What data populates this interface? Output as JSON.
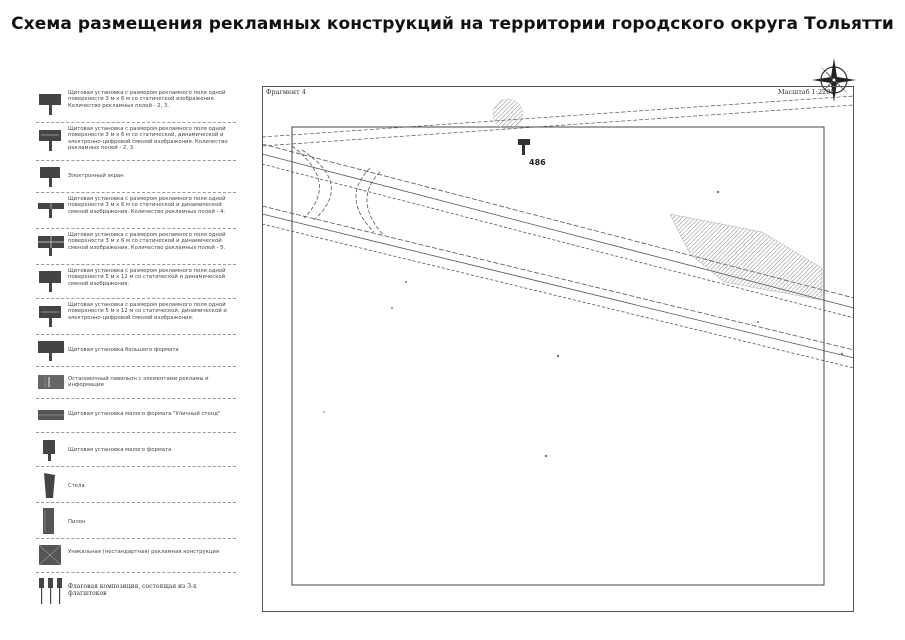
{
  "page": {
    "title": "Схема размещения рекламных конструкций на территории городского округа Тольятти",
    "fragment_label": "Фрагмент 4",
    "scale_label": "Масштаб 1:2200"
  },
  "legend": [
    {
      "icon": "billboard-3x6-static-icon",
      "text": "Щитовая установка с размером рекламного поля одной поверхности 3 м х 6 м со статической изображения. Количество рекламных полей - 2, 3."
    },
    {
      "icon": "billboard-3x6-dynamic-icon",
      "text": "Щитовая установка с размером рекламного поля одной поверхности 3 м х 6 м со статической, динамической и электронно-цифровой сменой изображения. Количество рекламных полей - 2, 3."
    },
    {
      "icon": "electronic-screen-icon",
      "text": "Электронный экран"
    },
    {
      "icon": "billboard-3x6-four-fields-icon",
      "text": "Щитовая установка с размером рекламного поля одной поверхности 3 м х 6 м со статической и динамической сменой изображения. Количество рекламных полей - 4."
    },
    {
      "icon": "billboard-3x6-five-fields-icon",
      "text": "Щитовая установка с размером рекламного поля одной поверхности 3 м х 6 м со статической и динамической сменой изображения. Количество рекламных полей - 5."
    },
    {
      "icon": "billboard-5x12-static-icon",
      "text": "Щитовая установка с размером рекламного поля одной поверхности 5 м х 12 м со статической и динамической сменой изображения."
    },
    {
      "icon": "billboard-5x12-dynamic-icon",
      "text": "Щитовая установка с размером рекламного поля одной поверхности 5 м х 12 м со статической, динамической и электронно-цифровой сменой изображения."
    },
    {
      "icon": "large-format-billboard-icon",
      "text": "Щитовая установка большого формата"
    },
    {
      "icon": "bus-stop-pavilion-icon",
      "text": "Остановочный павильон с элементами рекламы и информации"
    },
    {
      "icon": "small-format-street-stand-icon",
      "text": "Щитовая установка малого формата \"Уличный стенд\""
    },
    {
      "icon": "small-format-billboard-icon",
      "text": "Щитовая установка малого формата"
    },
    {
      "icon": "stele-icon",
      "text": "Стела"
    },
    {
      "icon": "pylon-icon",
      "text": "Пилон"
    },
    {
      "icon": "unique-construction-icon",
      "text": "Уникальная (нестандартная) рекламная конструкция"
    },
    {
      "icon": "flag-composition-icon",
      "text": "Флаговая композиция, состоящая из 3-х флагштоков"
    }
  ],
  "map": {
    "marker_id": "486",
    "colors": {
      "ink": "#333333",
      "hatch": "#9a9a9a",
      "frame": "#555555"
    }
  }
}
